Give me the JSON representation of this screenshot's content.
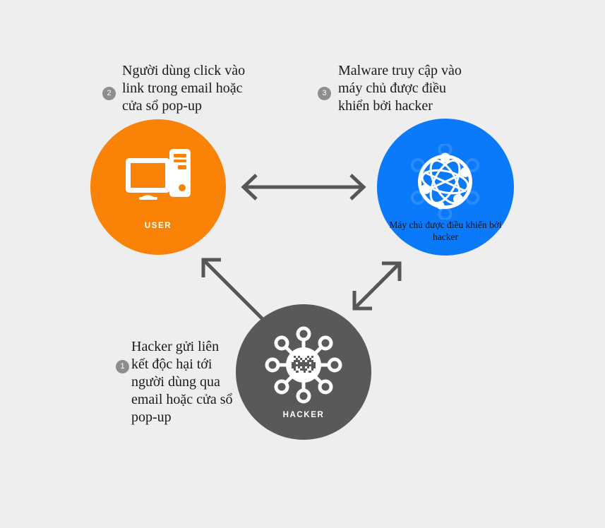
{
  "diagram": {
    "background_color": "#eeeeee",
    "title_present": false
  },
  "nodes": [
    {
      "id": "user",
      "caption": "USER",
      "color": "#f98207",
      "icon": "desktop-computer-icon"
    },
    {
      "id": "server",
      "caption": "Máy chủ được điều\nkhiển bởi hacker",
      "color": "#0b7afa",
      "icon": "globe-network-icon"
    },
    {
      "id": "hacker",
      "caption": "HACKER",
      "color": "#58595a",
      "icon": "malware-virus-icon"
    }
  ],
  "steps": [
    {
      "number": "1",
      "text": "Hacker gửi liên\nkết độc hại tới\nngười dùng qua\nemail hoặc cửa sổ\npop-up"
    },
    {
      "number": "2",
      "text": "Người dùng click vào\nlink trong email hoặc\ncửa sổ pop-up"
    },
    {
      "number": "3",
      "text": "Malware truy cập vào\nmáy chủ được điều\nkhiển bởi hacker"
    }
  ],
  "arrows": [
    {
      "id": "user-server",
      "direction": "bidirectional",
      "color": "#565656"
    },
    {
      "id": "hacker-user",
      "direction": "to-user",
      "color": "#565656"
    },
    {
      "id": "hacker-server",
      "direction": "bidirectional",
      "color": "#565656"
    }
  ],
  "colors": {
    "badge": "#8d8d8d",
    "arrow": "#565656",
    "text": "#1a1a1a",
    "icon_white": "#ffffff",
    "globe_halo": "#2b8bfb"
  }
}
